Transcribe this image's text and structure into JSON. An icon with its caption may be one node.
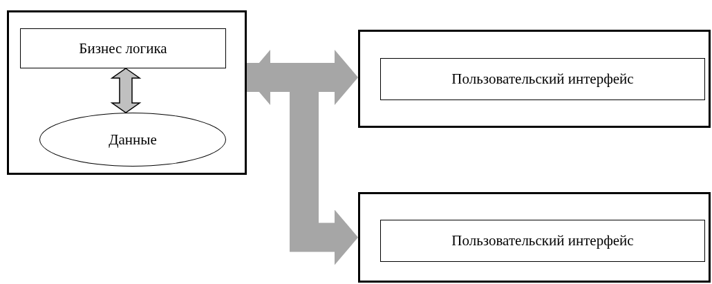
{
  "diagram": {
    "nodes": [
      {
        "text": [],
        "shape": "box"
      },
      {
        "text": [
          "Бизнес логика"
        ],
        "in": 0
      },
      {
        "text": [
          "Данные"
        ],
        "in": 0
      },
      {
        "text": [],
        "shape": "box"
      },
      {
        "text": [
          "Пользовательский интерфейс"
        ],
        "in": 3
      },
      {
        "text": [],
        "shape": "box"
      },
      {
        "text": [
          "Пользовательский интерфейс"
        ],
        "in": 5
      }
    ],
    "edges": [
      {
        "from": 1,
        "to": 2,
        "arrow": "both"
      },
      {
        "from": 0,
        "to": 3,
        "arrow": "both",
        "color": "#a6a6a6"
      },
      {
        "from": 0,
        "to": 5,
        "arrow": "to",
        "color": "#a6a6a6"
      }
    ]
  }
}
